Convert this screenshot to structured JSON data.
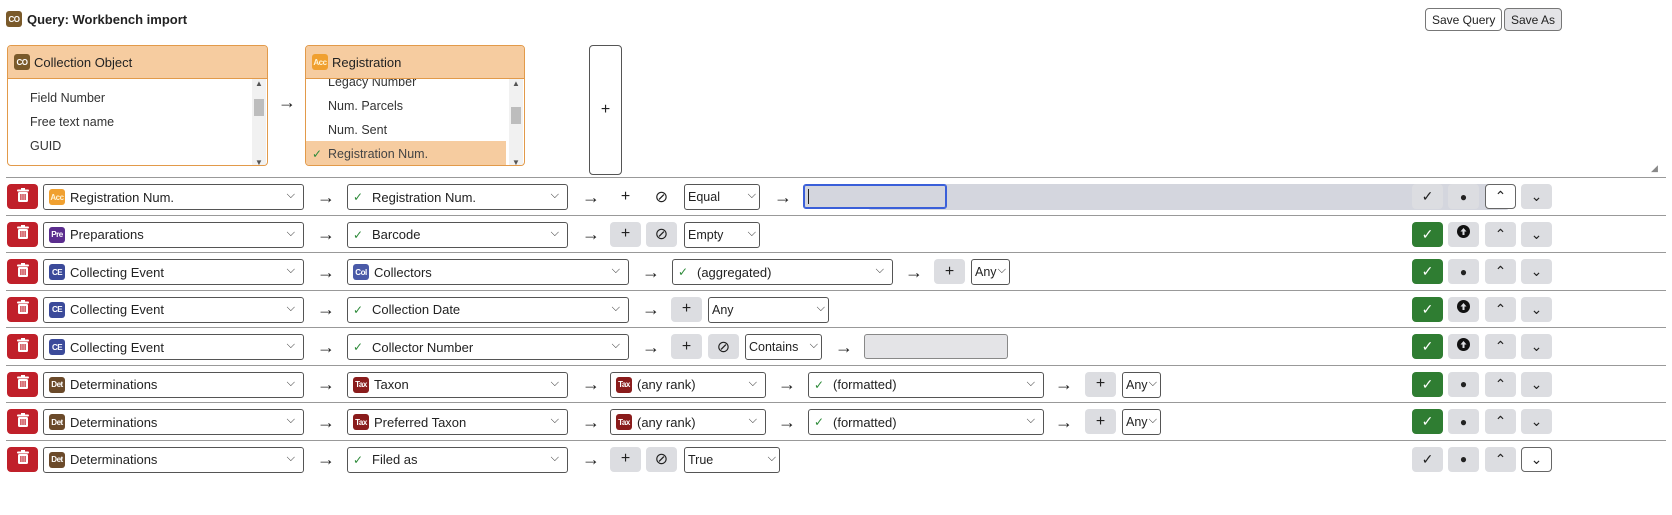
{
  "header": {
    "app_icon": "CO",
    "title": "Query: Workbench import",
    "save_query_label": "Save Query",
    "save_as_label": "Save As"
  },
  "pickers": [
    {
      "table": "Collection Object",
      "icon": "CO",
      "items": [
        {
          "label": "Field Number",
          "selected": false
        },
        {
          "label": "Free text name",
          "selected": false
        },
        {
          "label": "GUID",
          "selected": false
        }
      ]
    },
    {
      "table": "Registration",
      "icon": "Acc",
      "items": [
        {
          "label": "Legacy Number",
          "selected": false
        },
        {
          "label": "Num. Parcels",
          "selected": false
        },
        {
          "label": "Num. Sent",
          "selected": false
        },
        {
          "label": "Registration Num.",
          "selected": true
        }
      ]
    }
  ],
  "add_table_label": "+",
  "icons": {
    "delete": "trash-icon",
    "arrow": "→",
    "add": "+",
    "negate": "⊘",
    "check": "✓",
    "dot": "●",
    "up": "⌃",
    "down": "⌄"
  },
  "fields": [
    {
      "table": "Registration Num.",
      "table_icon": "Acc",
      "field": "Registration Num.",
      "operator": "Equal",
      "value": ""
    },
    {
      "table": "Preparations",
      "table_icon": "Pre",
      "field": "Barcode",
      "operator": "Empty"
    },
    {
      "table": "Collecting Event",
      "table_icon": "CE",
      "field": "Collectors",
      "field_icon": "Col",
      "subfield": "(aggregated)",
      "operator": "Any"
    },
    {
      "table": "Collecting Event",
      "table_icon": "CE",
      "field": "Collection Date",
      "operator": "Any"
    },
    {
      "table": "Collecting Event",
      "table_icon": "CE",
      "field": "Collector Number",
      "operator": "Contains",
      "value": ""
    },
    {
      "table": "Determinations",
      "table_icon": "Det",
      "field": "Taxon",
      "field_icon": "Tax",
      "rank": "(any rank)",
      "subfield": "(formatted)",
      "operator": "Any"
    },
    {
      "table": "Determinations",
      "table_icon": "Det",
      "field": "Preferred Taxon",
      "field_icon": "Tax",
      "rank": "(any rank)",
      "subfield": "(formatted)",
      "operator": "Any"
    },
    {
      "table": "Determinations",
      "table_icon": "Det",
      "field": "Filed as",
      "operator": "True"
    }
  ],
  "colors": {
    "delete": "#c0202a",
    "display_on": "#2f7d32",
    "picker_header": "#f6cca0",
    "picker_border": "#e29a4a",
    "focus": "#3a5fd9"
  }
}
